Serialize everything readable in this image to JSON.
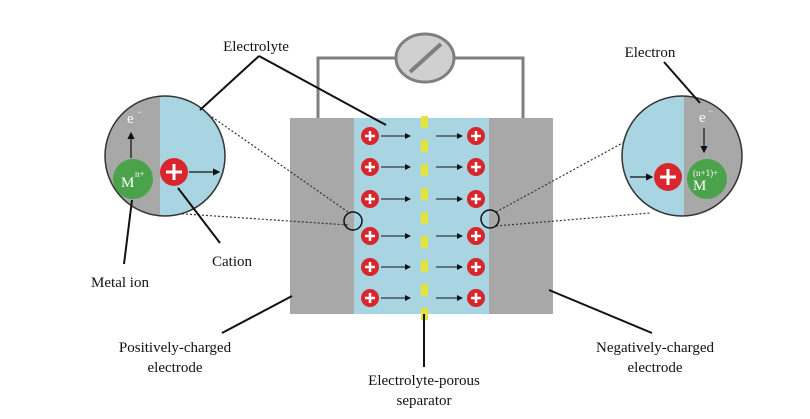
{
  "labels": {
    "electrolyte": "Electrolyte",
    "electron": "Electron",
    "metal_ion": "Metal ion",
    "cation": "Cation",
    "positive_electrode_line1": "Positively-charged",
    "positive_electrode_line2": "electrode",
    "negative_electrode_line1": "Negatively-charged",
    "negative_electrode_line2": "electrode",
    "separator_line1": "Electrolyte-porous",
    "separator_line2": "separator"
  },
  "left_inset": {
    "electron_symbol": "e",
    "electron_charge": "−",
    "metal_symbol": "M",
    "metal_charge": "n+"
  },
  "right_inset": {
    "electron_symbol": "e",
    "electron_charge": "−",
    "metal_symbol": "M",
    "metal_charge": "(n+1)+"
  },
  "colors": {
    "electrolyte": "#a9d4e2",
    "electrode": "#a8a8a8",
    "separator": "#e3e33a",
    "cation": "#d9262c",
    "metal_ion": "#4aa34a",
    "wire": "#7f7f7f"
  },
  "icons": [
    "cation-plus-icon",
    "metal-ion-icon",
    "load-bulb-icon"
  ]
}
